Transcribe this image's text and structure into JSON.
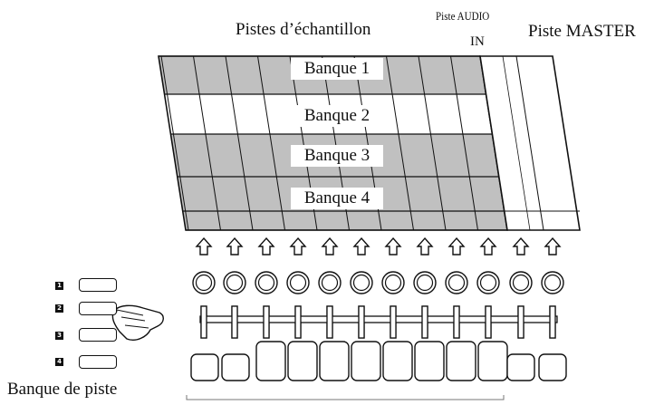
{
  "labels": {
    "sample_tracks": "Pistes d’échantillon",
    "audio_in_line1": "Piste AUDIO",
    "audio_in_line2": "IN",
    "master": "Piste MASTER",
    "track_bank": "Banque de piste"
  },
  "banks": [
    "Banque 1",
    "Banque 2",
    "Banque 3",
    "Banque 4"
  ],
  "bank_buttons": [
    "1",
    "2",
    "3",
    "4"
  ],
  "colors": {
    "shade": "#c0c0c0",
    "line": "#111111",
    "paper": "#ffffff"
  },
  "icons": [
    "up-arrow-icon",
    "knob-icon",
    "slider-icon",
    "pad-icon",
    "pointing-hand-icon"
  ]
}
